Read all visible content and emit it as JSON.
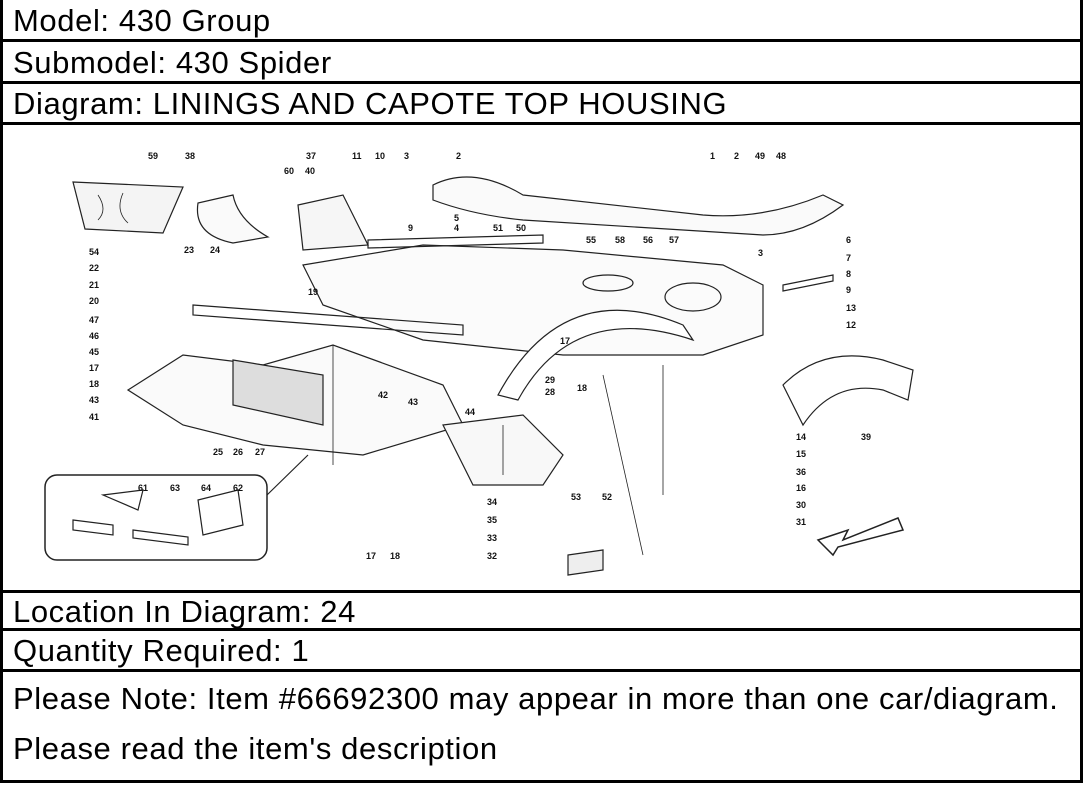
{
  "model": "Model: 430 Group",
  "submodel": "Submodel: 430 Spider",
  "diagram_title": "Diagram: LININGS AND CAPOTE TOP HOUSING",
  "location": "Location In Diagram: 24",
  "quantity": "Quantity Required: 1",
  "note": "Please Note: Item #66692300 may appear in more than one car/diagram. Please read the item's description",
  "callouts": [
    "59",
    "38",
    "37",
    "60",
    "40",
    "11",
    "10",
    "3",
    "2",
    "1",
    "2",
    "49",
    "48",
    "5",
    "4",
    "9",
    "51",
    "50",
    "55",
    "58",
    "56",
    "57",
    "6",
    "7",
    "8",
    "9",
    "13",
    "12",
    "54",
    "22",
    "21",
    "20",
    "47",
    "46",
    "45",
    "17",
    "18",
    "43",
    "41",
    "23",
    "24",
    "19",
    "42",
    "43",
    "44",
    "17",
    "29",
    "28",
    "18",
    "14",
    "15",
    "36",
    "16",
    "39",
    "25",
    "26",
    "27",
    "17",
    "18",
    "53",
    "52",
    "34",
    "35",
    "33",
    "32",
    "30",
    "31",
    "61",
    "63",
    "64",
    "62",
    "3"
  ]
}
